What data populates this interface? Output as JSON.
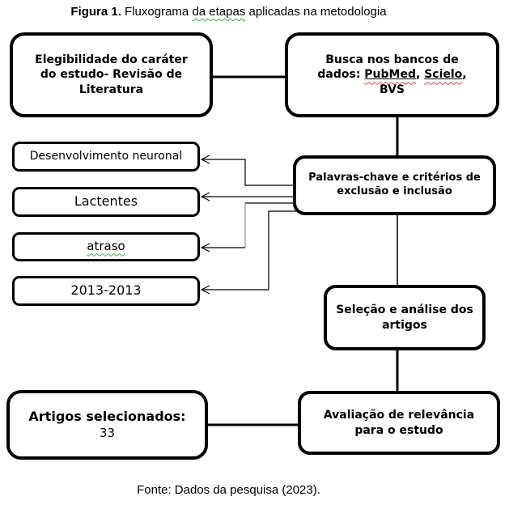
{
  "title": {
    "bold": "Figura 1.",
    "pre": " Fluxograma ",
    "squiggle": "da etapas",
    "post": " aplicadas na metodologia"
  },
  "boxes": {
    "eligibility": {
      "lines": [
        "Elegibilidade do caráter",
        "do estudo- Revisão de",
        "Literatura"
      ]
    },
    "search": {
      "line1": "Busca nos bancos de",
      "line2_prefix": "dados: ",
      "db1": "PubMed",
      "sep1": ", ",
      "db2": "Scielo",
      "sep2": ",",
      "line3": "BVS"
    },
    "keywords_criteria": {
      "lines": [
        "Palavras-chave e critérios de",
        "exclusão e inclusão"
      ]
    },
    "keyword_terms": [
      "Desenvolvimento neuronal",
      "Lactentes",
      "atraso",
      "2013-2013"
    ],
    "selection": {
      "lines": [
        "Seleção e análise dos",
        "artigos"
      ]
    },
    "relevance": {
      "lines": [
        "Avaliação de relevância",
        "para o estudo"
      ]
    },
    "selected": {
      "label": "Artigos selecionados:",
      "value": "33"
    }
  },
  "footer": {
    "text": "Fonte: Dados da pesquisa (2023)."
  },
  "colors": {
    "box_border": "#000000",
    "connector": "#000000",
    "connector_gray": "#8f8f8f",
    "spellcheck_green": "#3faa3f",
    "spellcheck_red": "#e03c31"
  }
}
